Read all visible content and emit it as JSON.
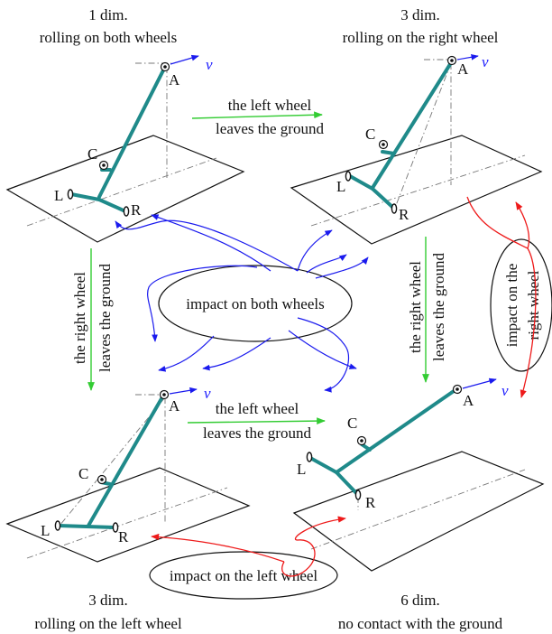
{
  "states": {
    "top_left": {
      "dim": "1 dim.",
      "desc": "rolling on both wheels"
    },
    "top_right": {
      "dim": "3 dim.",
      "desc": "rolling on the right wheel"
    },
    "bottom_left": {
      "dim": "3 dim.",
      "desc": "rolling on the left wheel"
    },
    "bottom_right": {
      "dim": "6 dim.",
      "desc": "no contact with the ground"
    }
  },
  "points": {
    "A": "A",
    "C": "C",
    "L": "L",
    "R": "R",
    "v": "v"
  },
  "transitions": {
    "top_horizontal": {
      "line1": "the left wheel",
      "line2": "leaves the ground"
    },
    "bottom_horizontal": {
      "line1": "the left wheel",
      "line2": "leaves the ground"
    },
    "left_vertical": {
      "line1": "the right wheel",
      "line2": "leaves the ground"
    },
    "right_vertical": {
      "line1": "the right wheel",
      "line2": "leaves the ground"
    }
  },
  "impacts": {
    "both": "impact on both wheels",
    "right_line1": "impact on the",
    "right_line2": "right wheel",
    "left": "impact on the left wheel"
  },
  "colors": {
    "rod": "#1f8a8a",
    "green_arrow": "#33cc33",
    "blue_arrow": "#1a1aee",
    "red_arrow": "#ee1a1a"
  }
}
